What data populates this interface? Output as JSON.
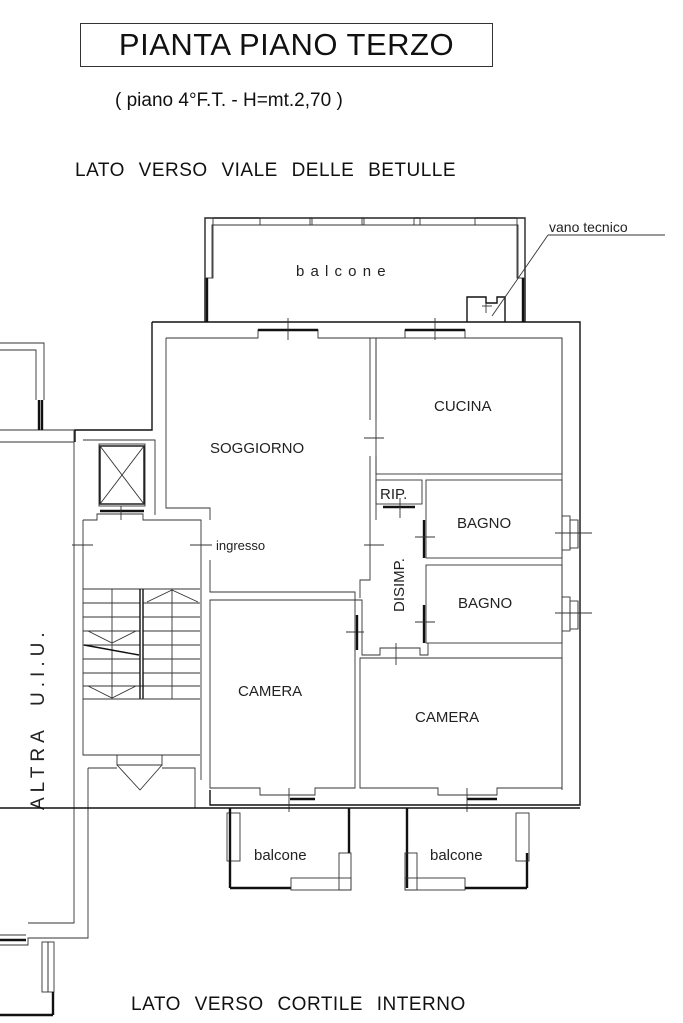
{
  "header": {
    "title": "PIANTA PIANO TERZO",
    "subtitle": "( piano 4°F.T. - H=mt.2,70 )"
  },
  "orientation": {
    "top_side": "LATO VERSO VIALE DELLE BETULLE",
    "bottom_side": "LATO VERSO CORTILE INTERNO",
    "left_side": "ALTRA U.I.U."
  },
  "rooms": {
    "balcone_top": "b a l c o n e",
    "vano_tecnico": "vano tecnico",
    "soggiorno": "SOGGIORNO",
    "cucina": "CUCINA",
    "ripostiglio": "RIP.",
    "bagno_1": "BAGNO",
    "bagno_2": "BAGNO",
    "disimpegno": "DISIMP.",
    "ingresso": "ingresso",
    "camera_1": "CAMERA",
    "camera_2": "CAMERA",
    "balcone_bottom_left": "balcone",
    "balcone_bottom_right": "balcone"
  },
  "colors": {
    "line": "#111111",
    "background": "#ffffff"
  }
}
